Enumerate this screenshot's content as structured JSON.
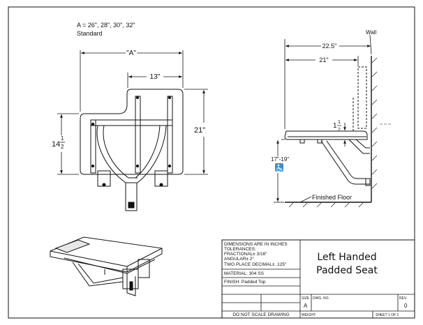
{
  "drawing": {
    "size_note_line1": "A = 26\", 28\", 30\", 32\"",
    "size_note_line2": "Standard",
    "dim_a": "\"A\"",
    "dim_13": "13\"",
    "dim_21_right": "21\"",
    "dim_14_whole": "14",
    "dim_14_num": "1",
    "dim_14_den": "2",
    "dim_22_5": "22.5\"",
    "dim_21_side": "21\"",
    "dim_1_whole": "1",
    "dim_1_num": "1",
    "dim_1_den": "2",
    "dim_17_19": "17\"-19\"",
    "wall_label": "Wall",
    "floor_label": "Finished Floor"
  },
  "title_block": {
    "notes": [
      "DIMENSIONS ARE IN INCHES",
      "TOLERANCES:",
      "FRACTIONAL± 3/16\"",
      "ANGULAR± 2°",
      "TWO PLACE DECIMAL± .125\""
    ],
    "material": "MATERIAL: 304 SS",
    "finish": "FINISH: Padded Top",
    "title_line1": "Left Handed",
    "title_line2": "Padded Seat",
    "size_label": "SIZE",
    "size_value": "A",
    "dwg_label": "DWG. NO.",
    "rev_label": "REV.",
    "rev_value": "0",
    "do_not_scale": "DO NOT SCALE DRAWING",
    "weight_label": "WEIGHT:",
    "sheet_label": "SHEET 1 OF 1"
  }
}
